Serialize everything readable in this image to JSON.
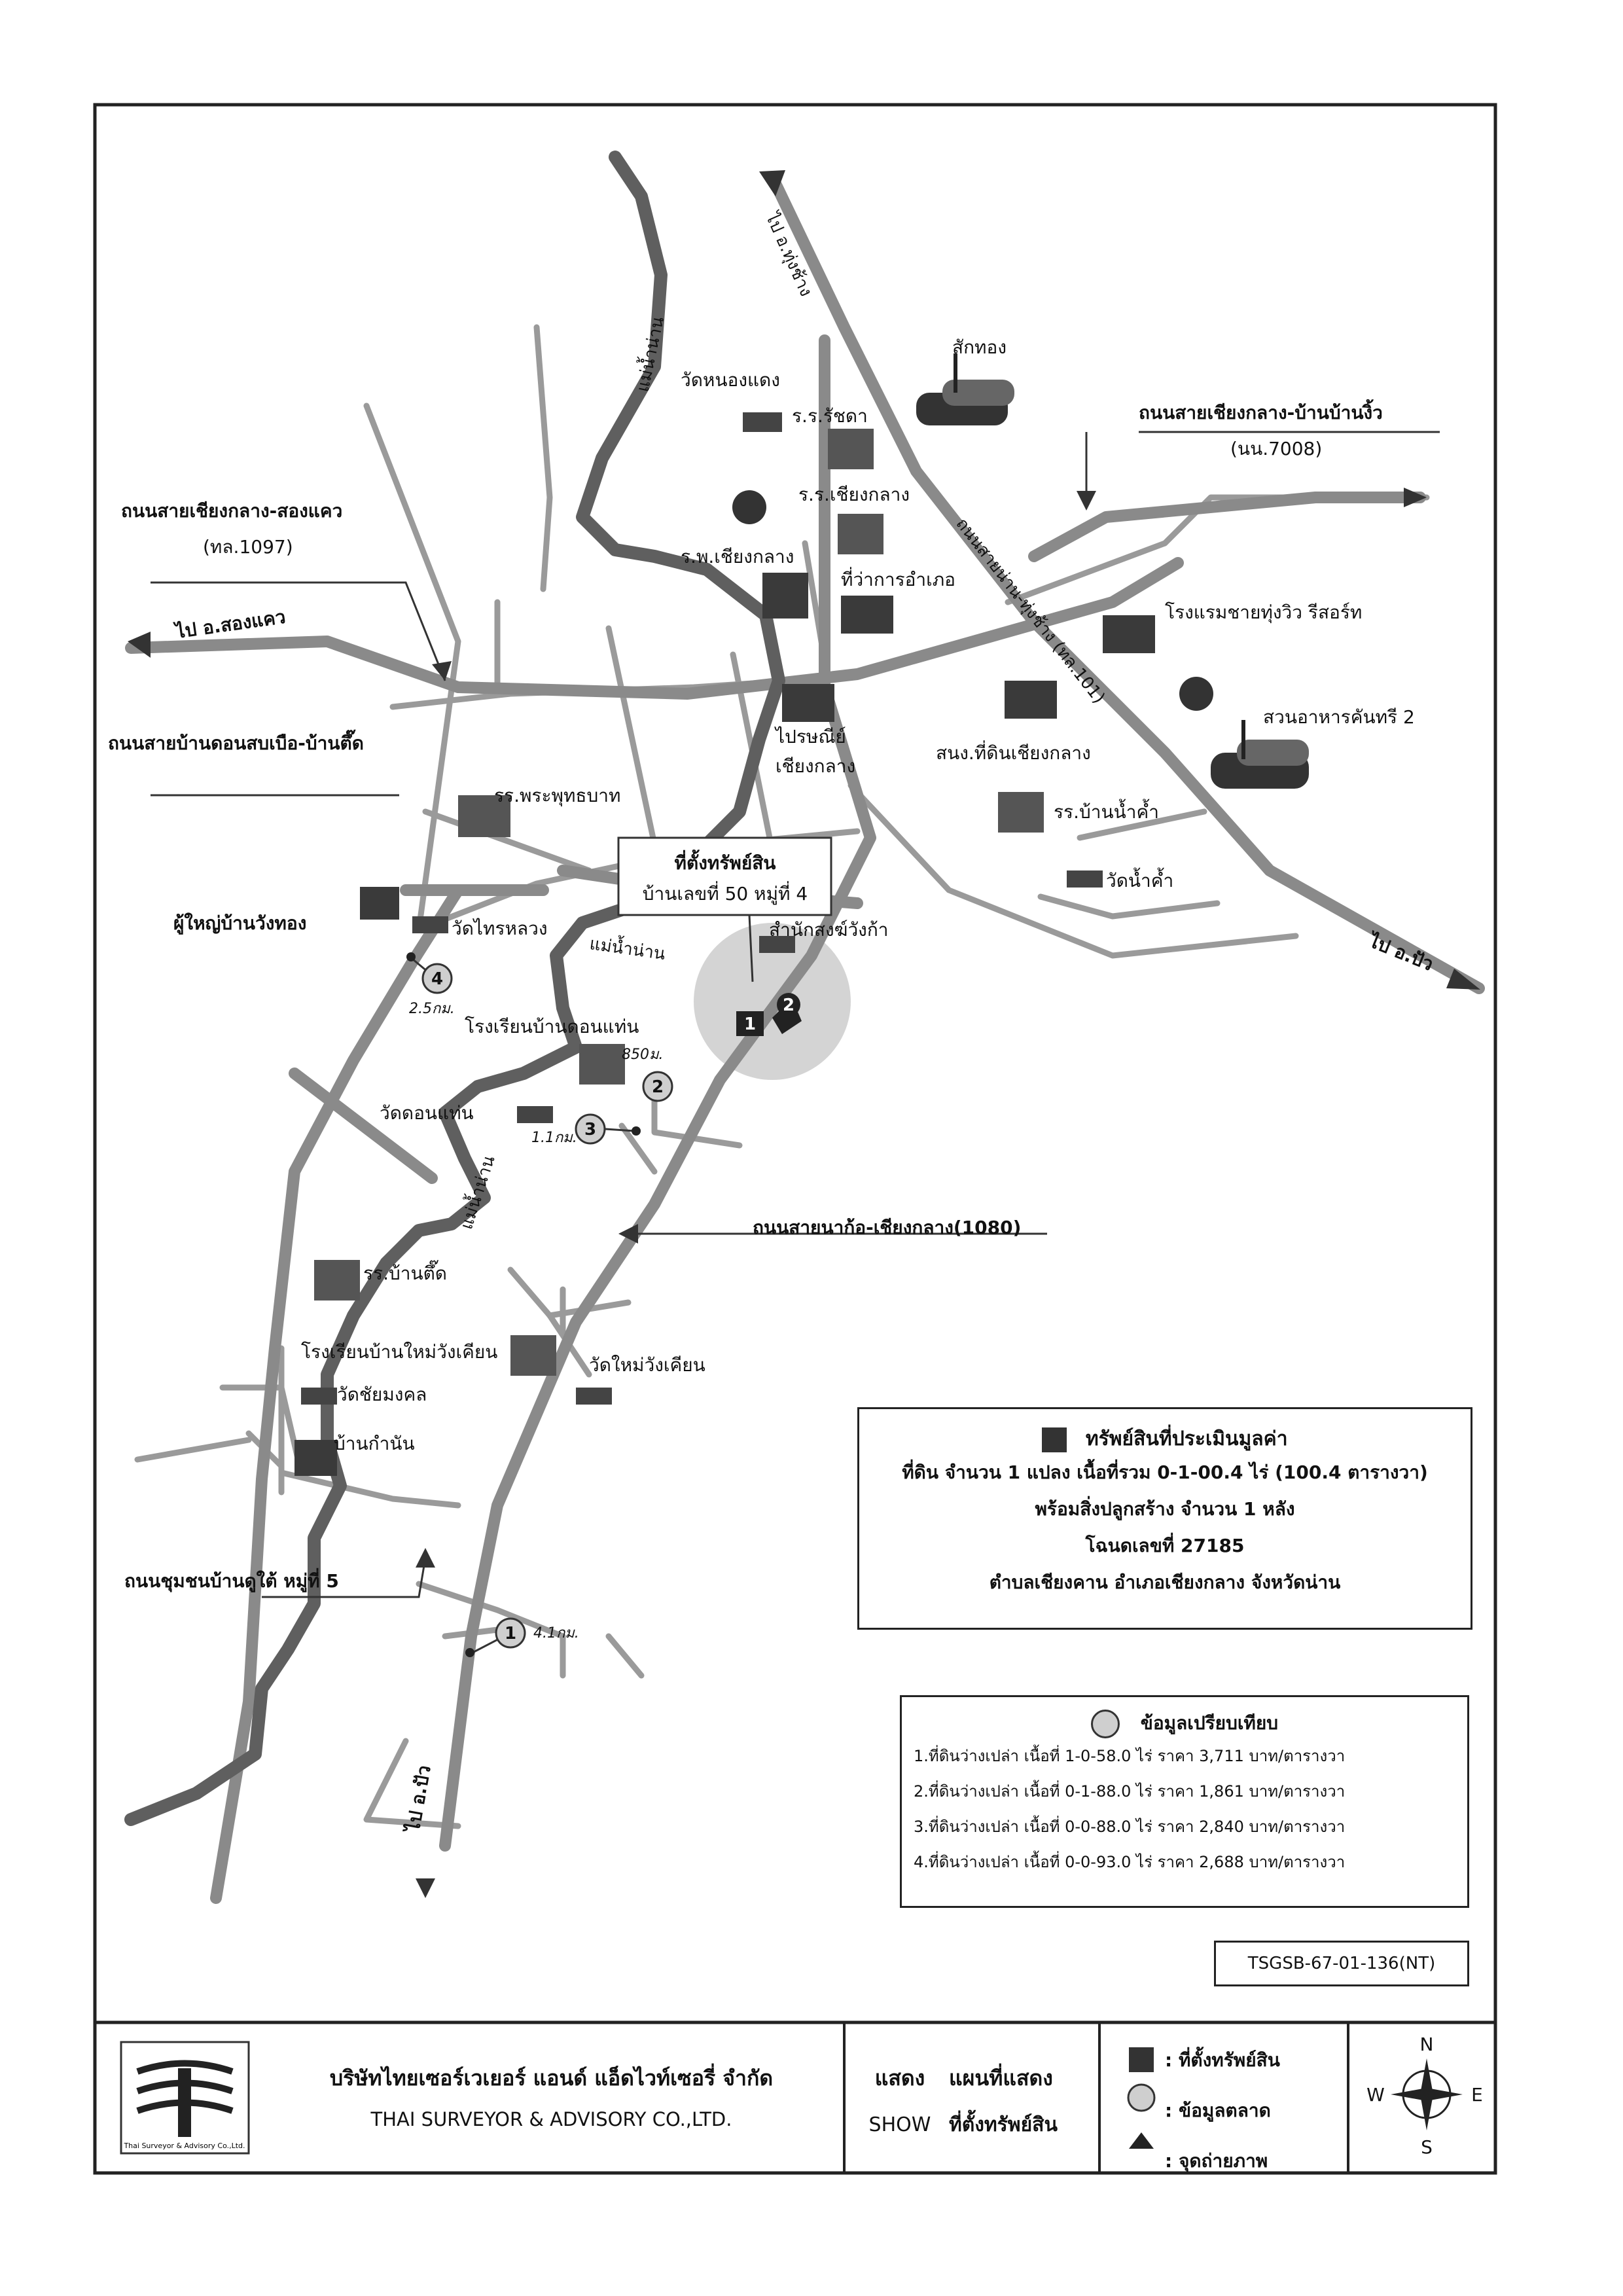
{
  "map": {
    "roads": {
      "chiang_klang_ban_ban_ngio": "ถนนสายเชียงกลาง-บ้านบ้านงิ้ว",
      "chiang_klang_ban_ban_ngio_code": "(นน.7008)",
      "chiang_klang_song_khwae": "ถนนสายเชียงกลาง-สองแคว",
      "chiang_klang_song_khwae_code": "(ทล.1097)",
      "ban_don_sop_bua_ban_tuek": "ถนนสายบ้านดอนสบเบือ-บ้านตึ๊ด",
      "na_ko_chiang_klang": "ถนนสายนาก้อ-เชียงกลาง(1080)",
      "community_ban_du_tai": "ถนนชุมชนบ้านดูใต้ หมู่ที่ 5",
      "highway_101": "ถนนสายน่าน-ทุ่งช้าง (ทล.101)"
    },
    "directions": {
      "to_thung_chang": "ไป อ.ทุ่งช้าง",
      "to_song_khwae": "ไป อ.สองแคว",
      "to_pua_east": "ไป อ.ปัว",
      "to_pua_south": "ไป อ.ปัว"
    },
    "rivers": {
      "nam_nan": "แม่น้ำน่าน",
      "nam_nan_2": "แม่น้ำน่าน",
      "nam_nan_3": "แม่น้ำน่าน"
    },
    "places": {
      "sak_thong": "สักทอง",
      "wat_nong_daeng": "วัดหนองแดง",
      "ror_ror_rat_da": "ร.ร.รัชดา",
      "ror_ror_chiang_klang": "ร.ร.เชียงกลาง",
      "ror_por_chiang_klang": "ร.พ.เชียงกลาง",
      "district_office": "ที่ว่าการอำเภอ",
      "hotel": "โรงแรมชายทุ่งวิว รีสอร์ท",
      "restaurant": "สวนอาหารคันทรี 2",
      "post_office_1": "ไปรษณีย์",
      "post_office_2": "เชียงกลาง",
      "land_office": "สนง.ที่ดินเชียงกลาง",
      "school_ban_nam_kham": "รร.บ้านน้ำค้ำ",
      "wat_nam_kham": "วัดน้ำค้ำ",
      "school_phra_phutthabat": "รร.พระพุทธบาท",
      "village_head": "ผู้ใหญ่บ้านวังทอง",
      "wat_sai_luang": "วัดไทรหลวง",
      "monk_office": "สำนักสงฆ์วังก้า",
      "school_ban_don_waen": "โรงเรียนบ้านดอนแท่น",
      "wat_don_waen": "วัดดอนแท่น",
      "school_ban_tuek": "รร.บ้านตึ๊ด",
      "school_ban_mai_wang_khian": "โรงเรียนบ้านใหม่วังเคียน",
      "wat_mai_wang_khian": "วัดใหม่วังเคียน",
      "wat_chai_mongkhon": "วัดชัยมงคล",
      "ban_kamnan": "บ้านกำนัน"
    },
    "property_callout": {
      "title": "ที่ตั้งทรัพย์สิน",
      "address": "บ้านเลขที่ 50 หมู่ที่ 4"
    },
    "markers": {
      "subject": "1",
      "photo": "2",
      "comp1": "1",
      "comp2": "2",
      "comp3": "3",
      "comp4": "4"
    },
    "distances": {
      "comp1": "4.1กม.",
      "comp2": "850ม.",
      "comp3": "1.1กม.",
      "comp4": "2.5กม."
    }
  },
  "legend": {
    "title": "ทรัพย์สินที่ประเมินมูลค่า",
    "line1": "ที่ดิน จำนวน 1 แปลง เนื้อที่รวม 0-1-00.4 ไร่ (100.4 ตารางวา)",
    "line2": "พร้อมสิ่งปลูกสร้าง จำนวน 1 หลัง",
    "line3": "โฉนดเลขที่ 27185",
    "line4": "ตำบลเชียงคาน อำเภอเชียงกลาง จังหวัดน่าน"
  },
  "comparables": {
    "title": "ข้อมูลเปรียบเทียบ",
    "items": [
      "1.ที่ดินว่างเปล่า เนื้อที่ 1-0-58.0 ไร่ ราคา 3,711 บาท/ตารางวา",
      "2.ที่ดินว่างเปล่า เนื้อที่ 0-1-88.0 ไร่ ราคา 1,861 บาท/ตารางวา",
      "3.ที่ดินว่างเปล่า เนื้อที่ 0-0-88.0 ไร่ ราคา 2,840 บาท/ตารางวา",
      "4.ที่ดินว่างเปล่า เนื้อที่ 0-0-93.0 ไร่ ราคา 2,688 บาท/ตารางวา"
    ]
  },
  "reference_code": "TSGSB-67-01-136(NT)",
  "footer": {
    "company_th": "บริษัทไทยเซอร์เวเยอร์ แอนด์ แอ็ดไวท์เซอรี่ จำกัด",
    "company_en": "THAI SURVEYOR & ADVISORY CO.,LTD.",
    "logo_caption": "Thai Surveyor & Advisory Co.,Ltd.",
    "show_th": "แสดง",
    "show_en": "SHOW",
    "map_th": "แผนที่แสดง",
    "map_th_2": "ที่ตั้งทรัพย์สิน",
    "legend_items": [
      ": ที่ตั้งทรัพย์สิน",
      ": ข้อมูลตลาด",
      ": จุดถ่ายภาพ"
    ],
    "compass": {
      "n": "N",
      "s": "S",
      "e": "E",
      "w": "W"
    }
  },
  "colors": {
    "road": "#8a8a8a",
    "river": "#606060",
    "property_halo": "#bdbdbd",
    "marker_grey": "#cfcfcf"
  }
}
